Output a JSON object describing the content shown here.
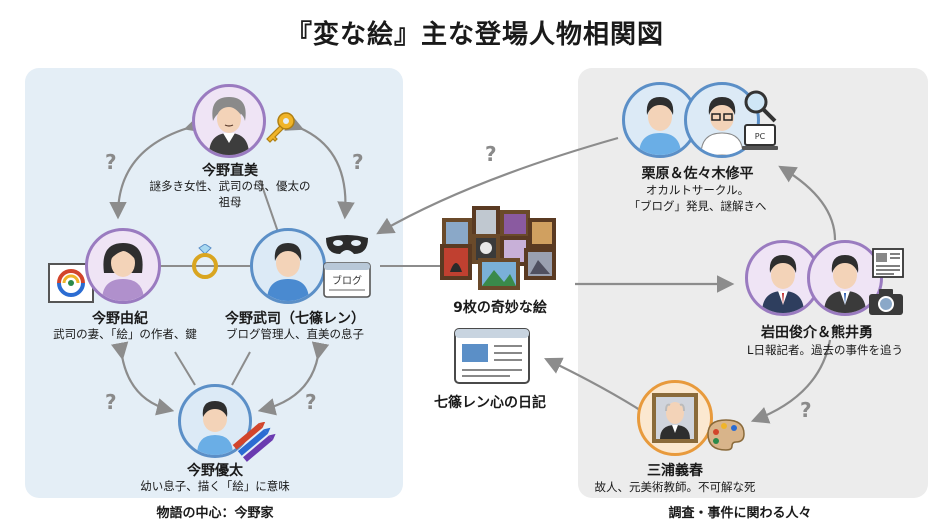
{
  "title": "『変な絵』主な登場人物相関図",
  "left_panel": {
    "caption": "物語の中心：今野家"
  },
  "right_panel": {
    "caption": "調査・事件に関わる人々"
  },
  "nodes": {
    "naomi": {
      "name": "今野直美",
      "desc_line1": "謎多き女性、武司の母、優太の",
      "desc_line2": "祖母"
    },
    "yuki": {
      "name": "今野由紀",
      "desc": "武司の妻、「絵」の作者、鍵"
    },
    "takeshi": {
      "name": "今野武司（七篠レン）",
      "desc": "ブログ管理人、直美の息子"
    },
    "yuta": {
      "name": "今野優太",
      "desc": "幼い息子、描く「絵」に意味"
    },
    "paintings": {
      "name": "9枚の奇妙な絵"
    },
    "diary": {
      "name": "七篠レン心の日記"
    },
    "kurihara": {
      "name": "栗原＆佐々木修平",
      "desc_line1": "オカルトサークル。",
      "desc_line2": "「ブログ」発見、謎解きへ"
    },
    "iwata": {
      "name": "岩田俊介＆熊井勇",
      "desc": "L日報記者。過去の事件を追う"
    },
    "miura": {
      "name": "三浦義春",
      "desc": "故人、元美術教師。不可解な死"
    }
  },
  "icons": {
    "key": "key-icon",
    "mask": "mask-icon",
    "ring": "ring-icon",
    "blog": "ブログ",
    "pc": "PC",
    "magnifier": "magnifier-icon",
    "newspaper": "newspaper-icon",
    "camera": "camera-icon",
    "palette": "palette-icon",
    "crayons": "crayons-icon",
    "swirl_painting": "swirl-painting-icon"
  },
  "question_mark": "?",
  "colors": {
    "left_panel": "#e4eef6",
    "right_panel": "#ececec",
    "ring_purple": "#9a7bc0",
    "ring_blue": "#5b8fc7",
    "ring_orange": "#e89a3c",
    "arrow": "#8c8c8c"
  }
}
